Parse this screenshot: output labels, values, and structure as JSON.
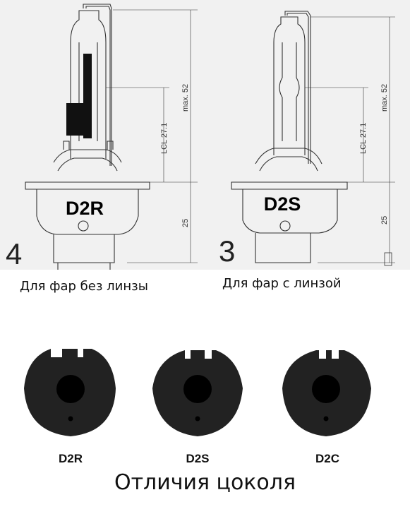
{
  "bulbs": [
    {
      "label": "D2R",
      "number": "4",
      "lcl_label": "LCL  27.1",
      "max_label": "max.  52",
      "base_label": "25"
    },
    {
      "label": "D2S",
      "number": "3",
      "lcl_label": "LCL  27.1",
      "max_label": "max.  52",
      "base_label": "25"
    }
  ],
  "captions": {
    "left": "Для фар без линзы",
    "right": "Для фар с линзой"
  },
  "sockets": [
    {
      "label": "D2R"
    },
    {
      "label": "D2S"
    },
    {
      "label": "D2C"
    }
  ],
  "footer": {
    "title": "Отличия цоколя"
  },
  "colors": {
    "socket_fill": "#222222",
    "socket_hole": "#000000",
    "top_background": "#f1f1f1"
  }
}
